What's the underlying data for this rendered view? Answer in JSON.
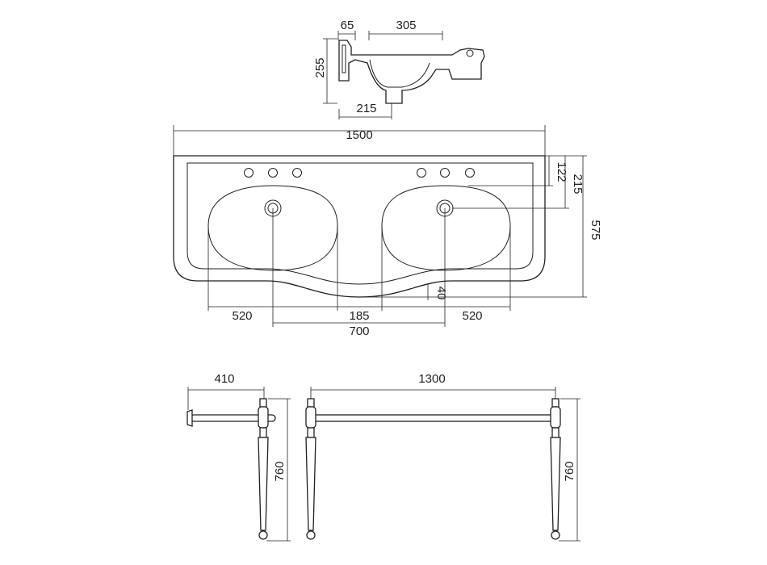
{
  "section_view": {
    "dim_height": "255",
    "dim_wall": "65",
    "dim_bowl": "305",
    "dim_drain_offset": "215"
  },
  "plan_view": {
    "dim_total_width": "1500",
    "dim_tap_holes": "122",
    "dim_drain_from_back": "215",
    "dim_depth": "575",
    "dim_basin_left": "520",
    "dim_basin_gap": "185",
    "dim_basin_right": "520",
    "dim_drain_spacing": "700",
    "dim_front_curve": "40"
  },
  "stand_side_view": {
    "dim_depth": "410",
    "dim_height": "760"
  },
  "stand_front_view": {
    "dim_width": "1300",
    "dim_height": "760"
  },
  "colors": {
    "line": "#231f20",
    "background": "#ffffff"
  }
}
